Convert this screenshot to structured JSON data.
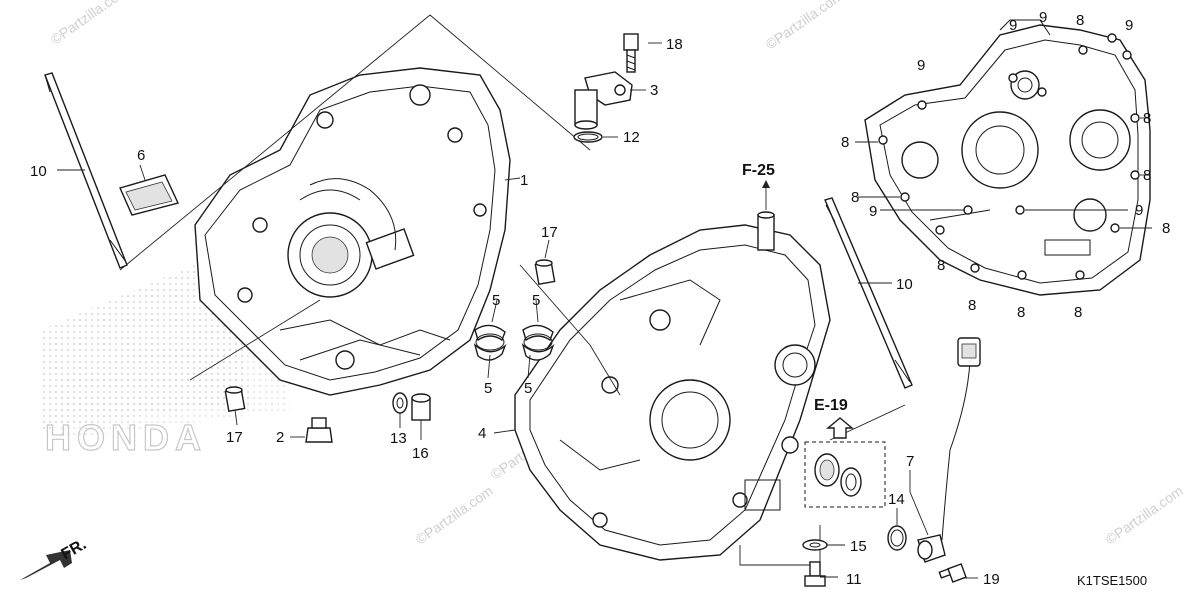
{
  "diagram": {
    "diagram_code": "K1TSE1500",
    "watermark": "©Partzilla.com",
    "brand_watermark": "HONDA",
    "fr_label": "FR.",
    "ref_labels": [
      "F-25",
      "E-19"
    ],
    "callouts": [
      "1",
      "2",
      "3",
      "4",
      "5",
      "6",
      "7",
      "8",
      "9",
      "10",
      "11",
      "12",
      "13",
      "14",
      "15",
      "16",
      "17",
      "18",
      "19"
    ]
  }
}
